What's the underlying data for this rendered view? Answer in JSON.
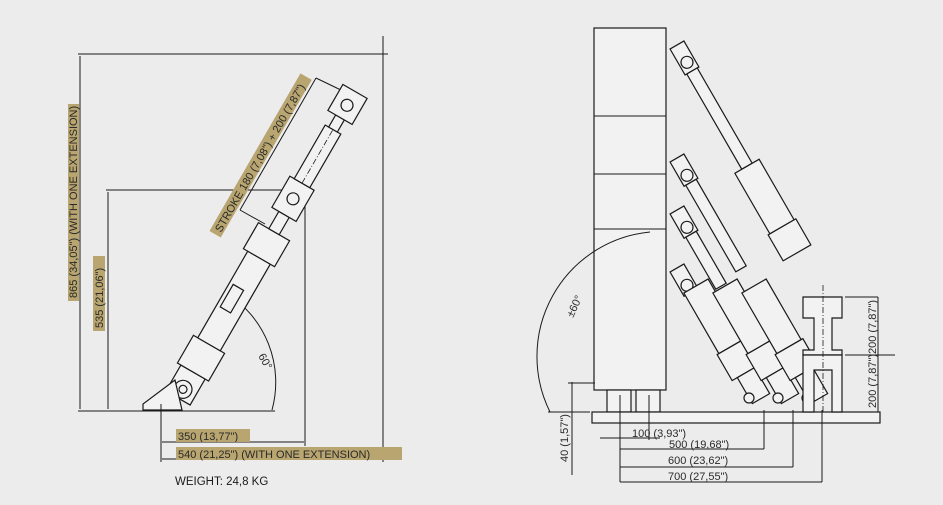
{
  "left_view": {
    "height_ext": "865 (34,05\") (WITH ONE EXTENSION)",
    "height": "535 (21,06\")",
    "stroke": "STROKE 180 (7,08\") + 200 (7,87\")",
    "angle": "60°",
    "width": "350 (13,77\")",
    "width_ext": "540 (21,25\") (WITH ONE EXTENSION)",
    "weight": "WEIGHT: 24,8 KG"
  },
  "right_view": {
    "angle": "±60°",
    "base_height": "40 (1,57\")",
    "spacing": "100 (3,93\")",
    "dist_500": "500 (19,68\")",
    "dist_600": "600 (23,62\")",
    "dist_700": "700 (27,55\")",
    "bracket_upper": "200 (7,87\")",
    "bracket_lower": "200 (7,87\")"
  },
  "colors": {
    "highlight": "#b8a56f",
    "background": "#ececec",
    "line": "#1a1a1a"
  }
}
